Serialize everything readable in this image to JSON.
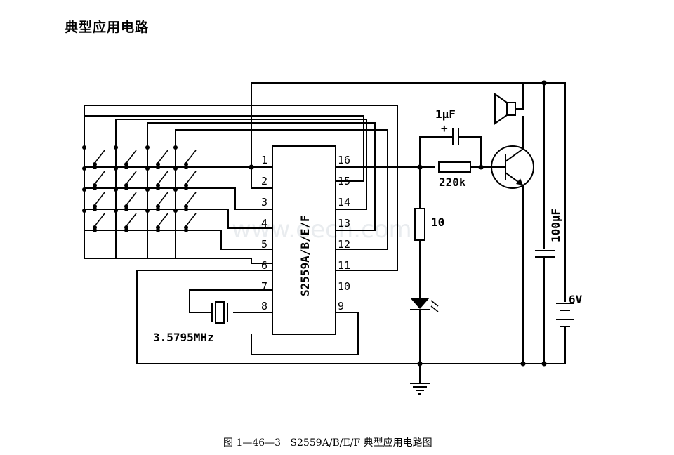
{
  "title": "典型应用电路",
  "caption": "图 1—46—3   S2559A/B/E/F 典型应用电路图",
  "watermark": "www.eecn.com",
  "chip": {
    "label": "S2559A/B/E/F",
    "left_pins": [
      "1",
      "2",
      "3",
      "4",
      "5",
      "6",
      "7",
      "8"
    ],
    "right_pins": [
      "16",
      "15",
      "14",
      "13",
      "12",
      "11",
      "10",
      "9"
    ]
  },
  "components": {
    "capacitor_small": {
      "value": "1μF",
      "polarity": "+"
    },
    "resistor_base": "220k",
    "resistor_led": "10",
    "capacitor_big": "100μF",
    "battery": "6V",
    "crystal": "3.5795MHz"
  }
}
